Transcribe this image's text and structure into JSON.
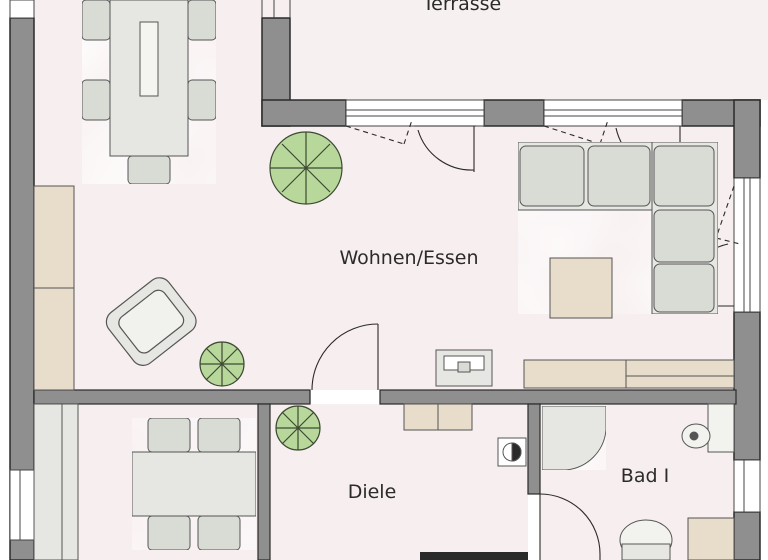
{
  "rooms": {
    "terrace": "Terrasse",
    "living": "Wohnen/Essen",
    "hall": "Diele",
    "bath": "Bad I"
  },
  "colors": {
    "wall": "#8f8f8f",
    "wall_stroke": "#2a2a2a",
    "floor": "#f7eeef",
    "furniture_fill": "#e6e7e2",
    "cushion": "#d9dbd5",
    "wood": "#e8dccb",
    "plant": "#b8d89b",
    "window_line": "#444444"
  },
  "icons": {
    "plant": "plant-icon",
    "door": "door-swing-icon",
    "window": "window-icon"
  }
}
